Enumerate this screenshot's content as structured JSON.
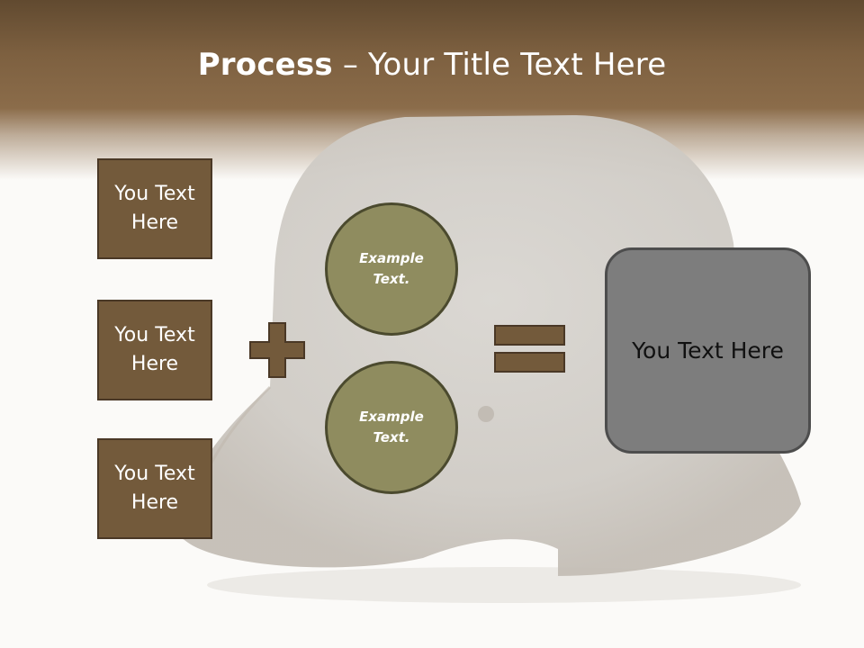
{
  "title": {
    "bold": "Process",
    "rest": " – Your Title Text Here"
  },
  "boxes": [
    {
      "label": "You Text Here"
    },
    {
      "label": "You Text Here"
    },
    {
      "label": "You Text Here"
    }
  ],
  "circles": [
    {
      "label": "Example Text."
    },
    {
      "label": "Example Text."
    }
  ],
  "result": {
    "label": "You Text Here"
  },
  "icons": {
    "plus": "plus-icon",
    "equals": "equals-icon"
  },
  "colors": {
    "box_fill": "#735a3b",
    "circle_fill": "#8f8c5f",
    "result_fill": "#7d7d7d",
    "header": "#7d6040"
  }
}
